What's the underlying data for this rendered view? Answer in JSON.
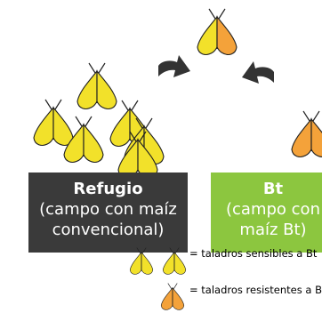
{
  "colors": {
    "sensitive_moth": "#f2e12a",
    "resistant_moth": "#f4a23a",
    "outline": "#222222",
    "refugio_bg": "#3a3a3a",
    "bt_bg": "#8cc63f",
    "arrow": "#333333"
  },
  "refugio": {
    "title": "Refugio",
    "subtitle_line1": "(campo  con maíz",
    "subtitle_line2": "convencional)"
  },
  "bt": {
    "title": "Bt",
    "subtitle_line1": "(campo  con",
    "subtitle_line2": "maíz Bt)"
  },
  "legend": {
    "sensitive": "= taladros sensibles a Bt",
    "resistant": "= taladros resistentes a Bt"
  },
  "icons": {
    "moth": "moth-icon",
    "arrow": "curved-arrow-icon"
  }
}
